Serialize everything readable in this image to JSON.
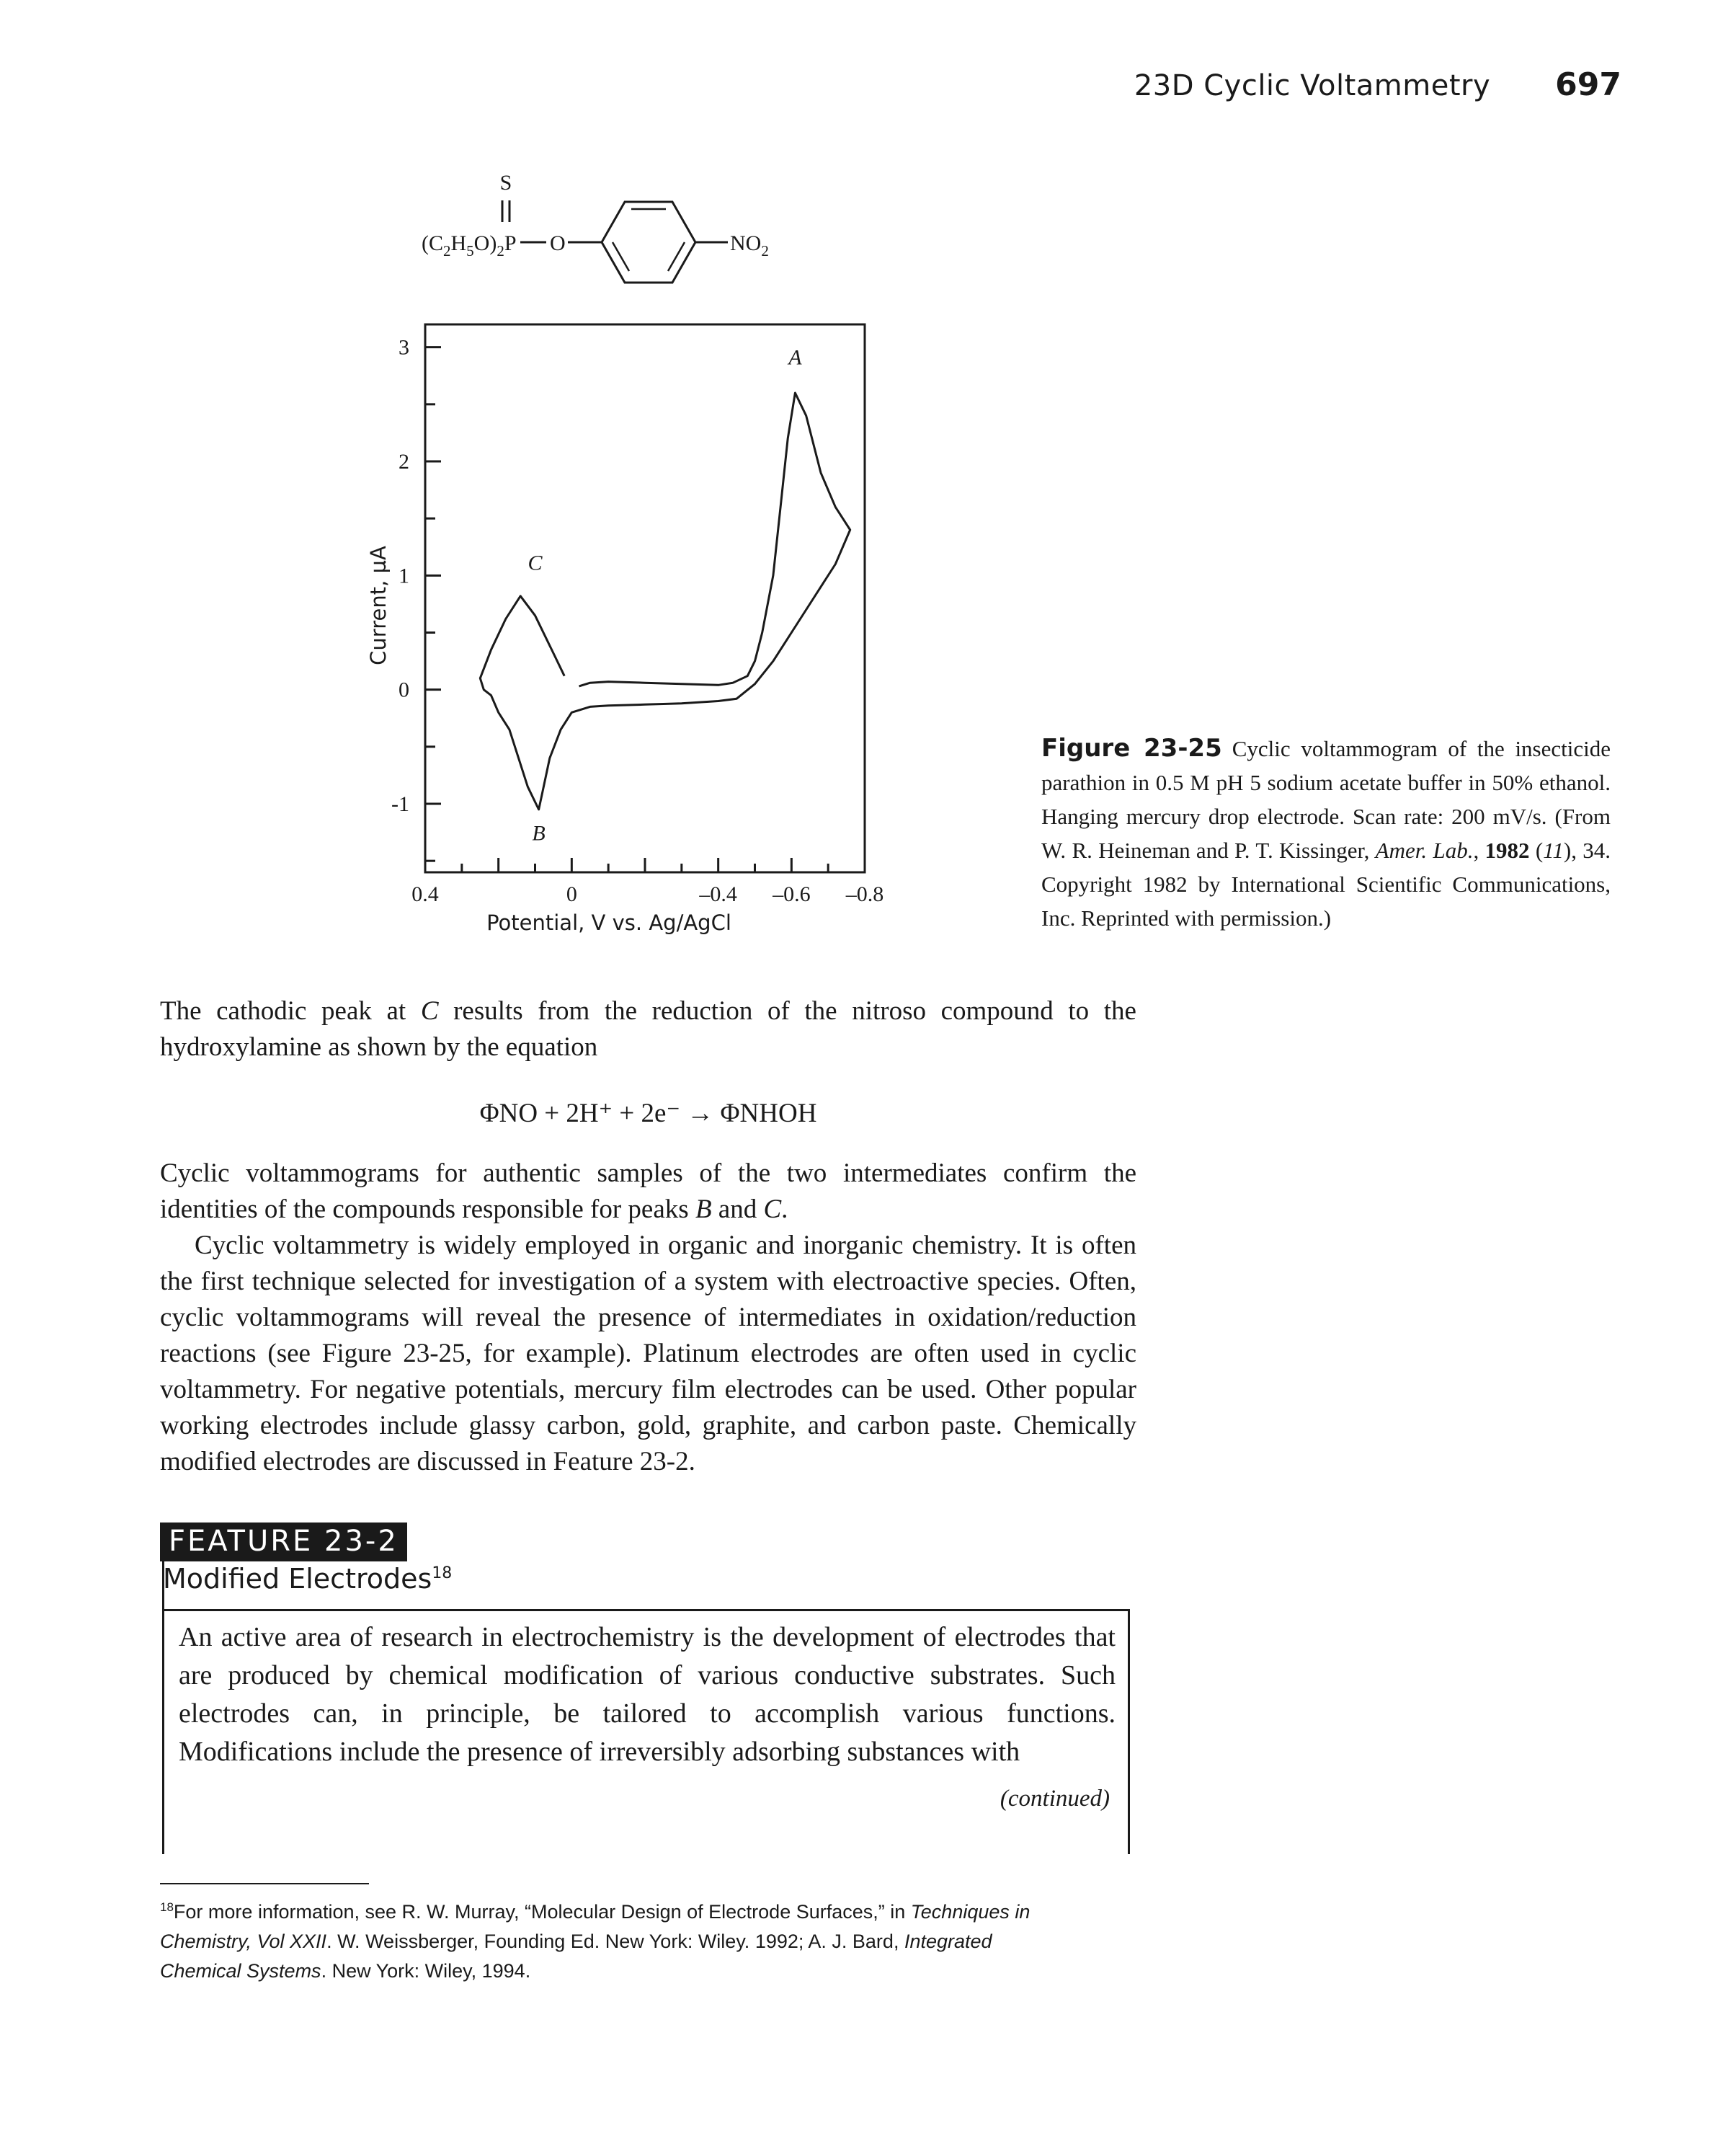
{
  "running_head": {
    "section": "23D  Cyclic Voltammetry",
    "page_number": "697"
  },
  "structure": {
    "sulfur": "S",
    "double_bond": "||",
    "ethyl_group": "(C",
    "ethyl_sub1": "2",
    "ethyl_mid": "H",
    "ethyl_sub2": "5",
    "ethyl_o": "O)",
    "ethyl_sub3": "2",
    "phosphorus": "P",
    "oxygen": "O",
    "nitro": "NO",
    "nitro_sub": "2"
  },
  "chart_data": {
    "type": "line",
    "title": "",
    "xlabel": "Potential, V vs. Ag/AgCl",
    "ylabel": "Current, µA",
    "xlim": [
      0.4,
      -0.8
    ],
    "ylim": [
      -1.6,
      3.2
    ],
    "x_tick_labels": [
      "0.4",
      "0",
      "–0.4",
      "–0.6",
      "–0.8"
    ],
    "y_tick_labels": [
      "3",
      "2",
      "1",
      "0",
      "-1"
    ],
    "y_ticks": [
      3,
      2,
      1,
      0,
      -1
    ],
    "peak_labels": [
      "A",
      "B",
      "C"
    ],
    "series": [
      {
        "x": [
          -0.02,
          -0.05,
          -0.1,
          -0.2,
          -0.3,
          -0.4,
          -0.44,
          -0.48,
          -0.5,
          -0.52,
          -0.55,
          -0.57,
          -0.59,
          -0.61,
          -0.64,
          -0.68,
          -0.72,
          -0.75,
          -0.76,
          -0.72,
          -0.66,
          -0.6,
          -0.55,
          -0.5,
          -0.45,
          -0.4,
          -0.3,
          -0.2,
          -0.1,
          -0.05,
          0.0,
          0.03,
          0.06,
          0.08,
          0.09,
          0.12,
          0.17,
          0.2,
          0.22,
          0.24,
          0.25,
          0.22,
          0.18,
          0.14,
          0.1,
          0.05,
          0.02
        ],
        "y": [
          0.03,
          0.06,
          0.07,
          0.06,
          0.05,
          0.04,
          0.06,
          0.12,
          0.25,
          0.5,
          1.0,
          1.6,
          2.2,
          2.6,
          2.4,
          1.9,
          1.6,
          1.45,
          1.4,
          1.1,
          0.8,
          0.5,
          0.25,
          0.05,
          -0.08,
          -0.1,
          -0.12,
          -0.13,
          -0.14,
          -0.15,
          -0.2,
          -0.35,
          -0.6,
          -0.9,
          -1.05,
          -0.85,
          -0.35,
          -0.2,
          -0.05,
          0.0,
          0.1,
          0.35,
          0.62,
          0.82,
          0.65,
          0.32,
          0.12
        ]
      }
    ]
  },
  "caption": {
    "label": "Figure 23-25",
    "text1": "Cyclic voltammogram of the insecticide parathion in 0.5 M pH 5 sodium acetate buffer in 50% ethanol. Hanging mercury drop electrode. Scan rate: 200 mV/s. (From W. R. Heineman and P. T. Kissinger, ",
    "journal": "Amer. Lab.",
    "sep": ", ",
    "year": "1982",
    "space": " (",
    "issue": "11",
    "text2": "), 34. Copyright 1982 by International Scientific Communications, Inc. Reprinted with permission.)"
  },
  "body": {
    "para1_a": "The cathodic peak at ",
    "para1_c": "C",
    "para1_b": " results from the reduction of the nitroso compound to the hydroxylamine as shown by the equation",
    "equation": "ΦNO + 2H⁺ + 2e⁻ → ΦNHOH",
    "para2_a": "Cyclic voltammograms for authentic samples of the two intermediates confirm the identities of the compounds responsible for peaks ",
    "para2_b": "B",
    "para2_c": " and ",
    "para2_d": "C",
    "para2_e": ".",
    "para3": "Cyclic voltammetry is widely employed in organic and inorganic chemistry. It is often the first technique selected for investigation of a system with electroactive species. Often, cyclic voltammograms will reveal the presence of intermediates in oxidation/reduction reactions (see Figure 23-25, for example). Platinum electrodes are often used in cyclic voltammetry. For negative potentials, mercury film electrodes can be used. Other popular working electrodes include glassy carbon, gold, graphite, and carbon paste. Chemically modified electrodes are discussed in Feature 23-2."
  },
  "feature": {
    "tag": "FEATURE 23-2",
    "title": "Modified Electrodes",
    "title_sup": "18",
    "text": "An active area of research in electrochemistry is the development of electrodes that are produced by chemical modification of various conductive substrates. Such electrodes can, in principle, be tailored to accomplish various functions. Modifications include the presence of irreversibly adsorbing substances with",
    "continued": "(continued)"
  },
  "footnote": {
    "number": "18",
    "text1": "For more information, see R. W. Murray, “Molecular Design of Electrode Surfaces,” in ",
    "book1": "Techniques in Chemistry, Vol XXII",
    "text2": ". W. Weissberger, Founding Ed. New York: Wiley. 1992; A. J. Bard, ",
    "book2": "Integrated Chemical Systems",
    "text3": ". New York: Wiley, 1994."
  }
}
